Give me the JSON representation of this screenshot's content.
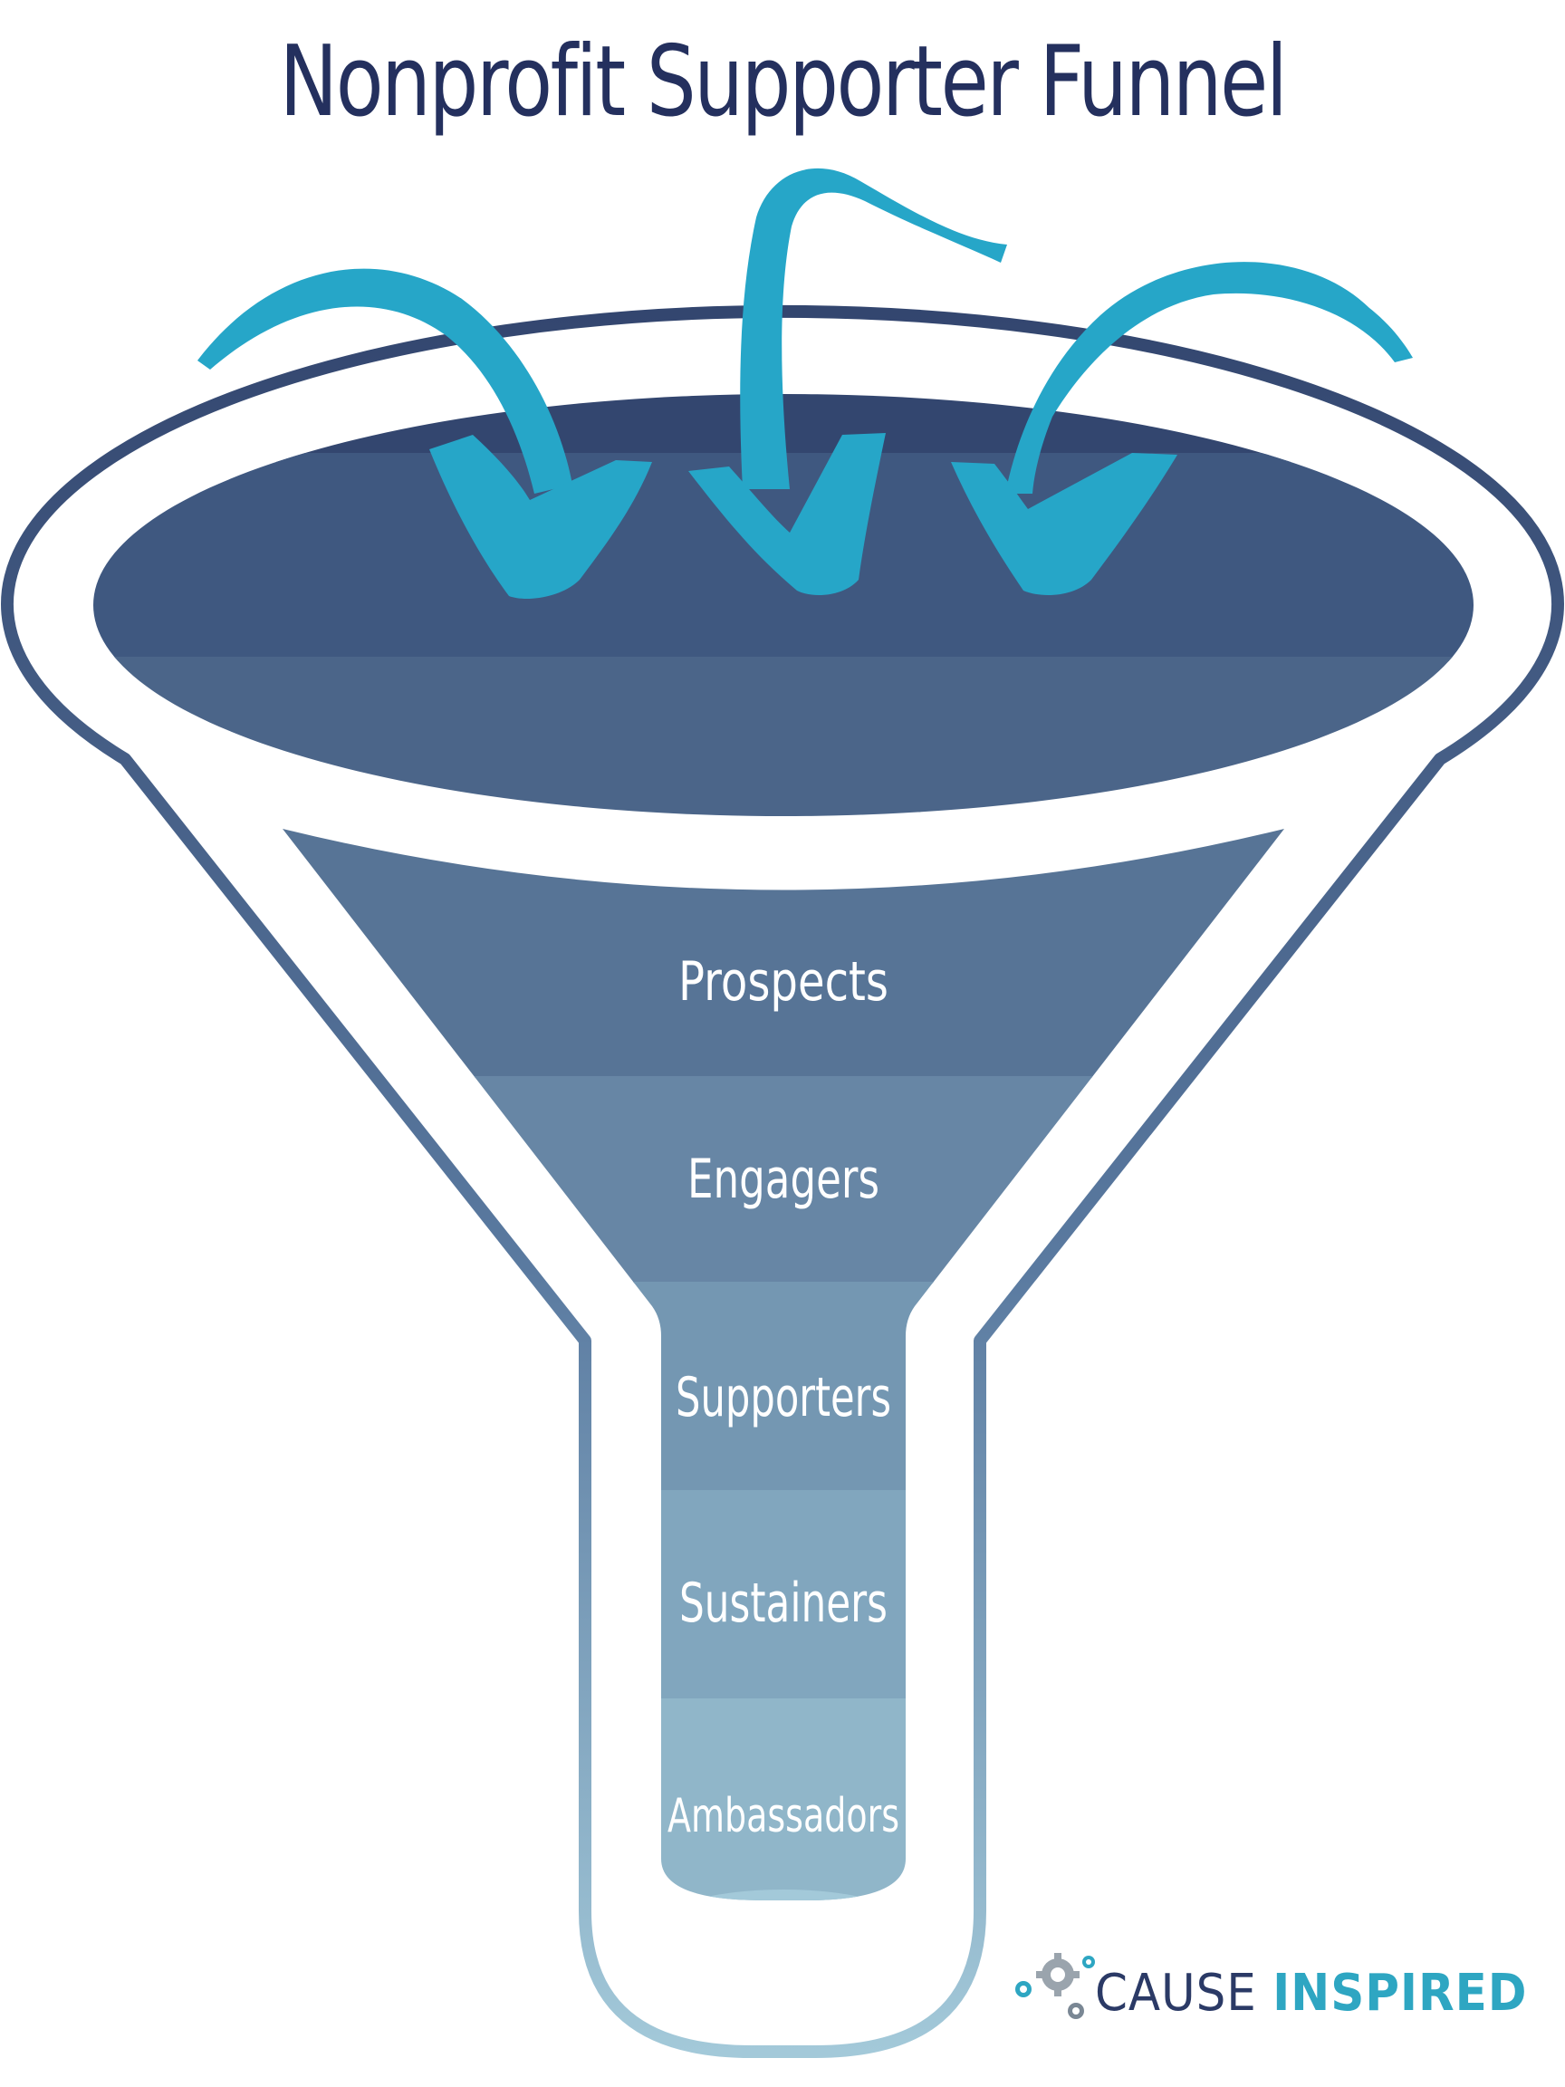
{
  "title": "Nonprofit Supporter Funnel",
  "stages": [
    {
      "label": "Prospects",
      "color": "#577496"
    },
    {
      "label": "Engagers",
      "color": "#6786a5"
    },
    {
      "label": "Supporters",
      "color": "#7497b2"
    },
    {
      "label": "Sustainers",
      "color": "#81a6be"
    },
    {
      "label": "Ambassadors",
      "color": "#90b6c9"
    }
  ],
  "brand": {
    "word1": "CAUSE ",
    "word2": "INSPIRED"
  },
  "colors": {
    "title": "#24305e",
    "arrow": "#26a6c8",
    "rim_top": "#33466f",
    "rim_bottom": "#7fa8c0",
    "mouth_top": "#33466f",
    "mouth_band": "#3f5880",
    "stem_bottom": "#a3c9d9",
    "brand_dark": "#2b3a66",
    "brand_accent": "#2ea6c2"
  },
  "icons": {
    "arrows": [
      "arrow-left-icon",
      "arrow-center-icon",
      "arrow-right-icon"
    ],
    "brand_gears": "gears-icon"
  }
}
